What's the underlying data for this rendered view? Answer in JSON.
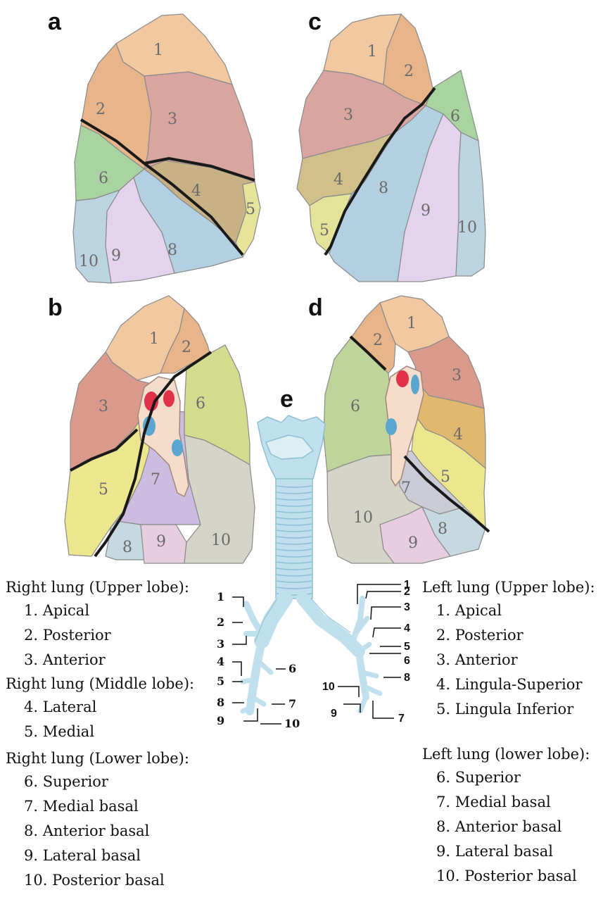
{
  "panels": {
    "a": {
      "letter": "a",
      "segments": [
        {
          "label": "1",
          "color": "#f2c8a0"
        },
        {
          "label": "2",
          "color": "#e8b489"
        },
        {
          "label": "3",
          "color": "#d9a5a0"
        },
        {
          "label": "4",
          "color": "#c9b186"
        },
        {
          "label": "5",
          "color": "#e6e39a"
        },
        {
          "label": "6",
          "color": "#a9d4a2"
        },
        {
          "label": "8",
          "color": "#b3cfe2"
        },
        {
          "label": "9",
          "color": "#e3d3ec"
        },
        {
          "label": "10",
          "color": "#bcd4e0"
        }
      ]
    },
    "b": {
      "letter": "b",
      "segments": [
        {
          "label": "1",
          "color": "#f2c8a0"
        },
        {
          "label": "2",
          "color": "#e8b489"
        },
        {
          "label": "3",
          "color": "#d99a8c"
        },
        {
          "label": "5",
          "color": "#ece68e"
        },
        {
          "label": "6",
          "color": "#d3dc8e"
        },
        {
          "label": "7",
          "color": "#cbbce0"
        },
        {
          "label": "8",
          "color": "#c6d8e0"
        },
        {
          "label": "9",
          "color": "#e6cde0"
        },
        {
          "label": "10",
          "color": "#d4d4c8"
        }
      ]
    },
    "c": {
      "letter": "c",
      "segments": [
        {
          "label": "1",
          "color": "#f2c8a0"
        },
        {
          "label": "2",
          "color": "#e8b489"
        },
        {
          "label": "3",
          "color": "#d9a5a0"
        },
        {
          "label": "4",
          "color": "#d1c08a"
        },
        {
          "label": "5",
          "color": "#e3e49a"
        },
        {
          "label": "6",
          "color": "#a9d4a2"
        },
        {
          "label": "8",
          "color": "#b3cfe2"
        },
        {
          "label": "9",
          "color": "#e3d3ec"
        },
        {
          "label": "10",
          "color": "#bcd4e0"
        }
      ]
    },
    "d": {
      "letter": "d",
      "segments": [
        {
          "label": "1",
          "color": "#f2c8a0"
        },
        {
          "label": "2",
          "color": "#e8b489"
        },
        {
          "label": "3",
          "color": "#d99a8c"
        },
        {
          "label": "4",
          "color": "#e0b870"
        },
        {
          "label": "5",
          "color": "#ece68e"
        },
        {
          "label": "6",
          "color": "#bed49a"
        },
        {
          "label": "7",
          "color": "#cbcbd6"
        },
        {
          "label": "8",
          "color": "#c6d8e0"
        },
        {
          "label": "9",
          "color": "#e6cde0"
        },
        {
          "label": "10",
          "color": "#d4d4c8"
        }
      ]
    },
    "e": {
      "letter": "e",
      "left_labels": [
        "1",
        "2",
        "3",
        "4",
        "5",
        "6",
        "7",
        "8",
        "9",
        "10"
      ],
      "right_labels": [
        "1",
        "2",
        "3",
        "4",
        "5",
        "6",
        "8",
        "10",
        "9",
        "7"
      ]
    }
  },
  "legend_right_lung": {
    "upper": {
      "heading": "Right lung (Upper lobe):",
      "items": [
        "1. Apical",
        "2. Posterior",
        "3. Anterior"
      ]
    },
    "middle": {
      "heading": "Right lung (Middle lobe):",
      "items": [
        "4. Lateral",
        "5. Medial"
      ]
    },
    "lower": {
      "heading": "Right lung (Lower lobe):",
      "items": [
        "6. Superior",
        "7. Medial basal",
        "8. Anterior basal",
        "9. Lateral basal",
        "10. Posterior basal"
      ]
    }
  },
  "legend_left_lung": {
    "upper": {
      "heading": "Left lung (Upper lobe):",
      "items": [
        "1. Apical",
        "2. Posterior",
        "3. Anterior",
        "4. Lingula-Superior",
        "5. Lingula Inferior"
      ]
    },
    "lower": {
      "heading": "Left lung (lower lobe):",
      "items": [
        "6. Superior",
        "7. Medial basal",
        "8. Anterior basal",
        "9. Lateral basal",
        "10. Posterior basal"
      ]
    }
  },
  "colors": {
    "fissure": "#1a1a1a",
    "border": "#8a8a8a",
    "airway": "#bfe0ec",
    "airway_dark": "#8fbfd4",
    "hilum_red": "#e0334a",
    "hilum_blue": "#5aa6cf",
    "hilum_bg": "#f6dccb"
  }
}
